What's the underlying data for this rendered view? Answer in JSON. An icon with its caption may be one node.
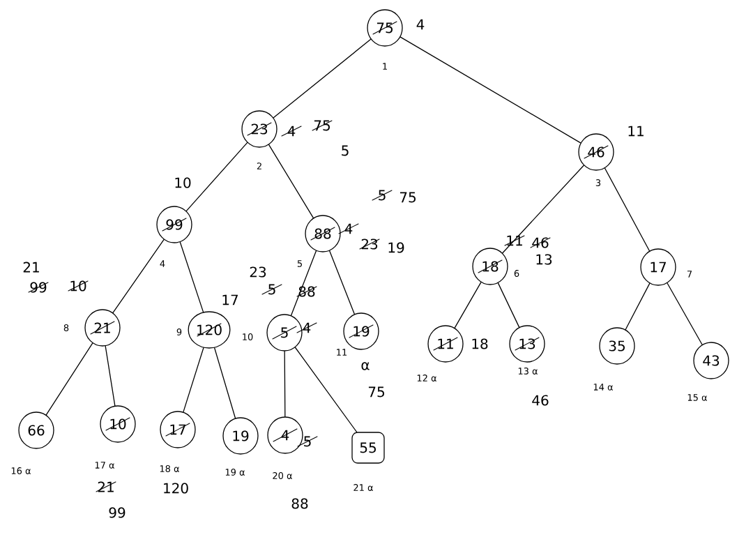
{
  "diagram": {
    "nodes": [
      {
        "text": [
          "75"
        ],
        "beside": [
          "4",
          "1"
        ]
      },
      {
        "text": [
          "23"
        ],
        "beside": [
          "4",
          "75",
          "5",
          "2"
        ]
      },
      {
        "text": [
          "46"
        ],
        "beside": [
          "11",
          "3"
        ]
      },
      {
        "text": [
          "99"
        ],
        "beside": [
          "10",
          "4"
        ]
      },
      {
        "text": [
          "88"
        ],
        "beside": [
          "5",
          "75",
          "4",
          "23",
          "19",
          "5"
        ]
      },
      {
        "text": [
          "18"
        ],
        "beside": [
          "11",
          "46",
          "13",
          "6"
        ]
      },
      {
        "text": [
          "17"
        ],
        "beside": [
          "7"
        ]
      },
      {
        "text": [
          "21"
        ],
        "beside": [
          "21",
          "99",
          "10",
          "8"
        ]
      },
      {
        "text": [
          "120"
        ],
        "beside": [
          "17",
          "9"
        ]
      },
      {
        "text": [
          "5"
        ],
        "beside": [
          "4",
          "23",
          "5",
          "88",
          "10"
        ]
      },
      {
        "text": [
          "19"
        ],
        "beside": [
          "11",
          "α",
          "75"
        ]
      },
      {
        "text": [
          "11"
        ],
        "beside": [
          "18",
          "12 α"
        ]
      },
      {
        "text": [
          "13"
        ],
        "beside": [
          "13 α",
          "46"
        ]
      },
      {
        "text": [
          "35"
        ],
        "beside": [
          "14 α"
        ]
      },
      {
        "text": [
          "43"
        ],
        "beside": [
          "15 α"
        ]
      },
      {
        "text": [
          "66"
        ],
        "beside": [
          "16 α"
        ]
      },
      {
        "text": [
          "10"
        ],
        "beside": [
          "17 α",
          "21",
          "99"
        ]
      },
      {
        "text": [
          "17"
        ],
        "beside": [
          "18 α",
          "120"
        ]
      },
      {
        "text": [
          "19"
        ],
        "beside": [
          "19 α"
        ]
      },
      {
        "text": [
          "4"
        ],
        "beside": [
          "5",
          "20 α",
          "88"
        ]
      },
      {
        "text": [
          "55"
        ],
        "beside": [
          "21 α"
        ]
      }
    ],
    "edges": [
      {
        "from": 0,
        "to": 1,
        "arrow": "none"
      },
      {
        "from": 0,
        "to": 2,
        "arrow": "none"
      },
      {
        "from": 1,
        "to": 3,
        "arrow": "none"
      },
      {
        "from": 1,
        "to": 4,
        "arrow": "none"
      },
      {
        "from": 2,
        "to": 5,
        "arrow": "none"
      },
      {
        "from": 2,
        "to": 6,
        "arrow": "none"
      },
      {
        "from": 3,
        "to": 7,
        "arrow": "none"
      },
      {
        "from": 3,
        "to": 8,
        "arrow": "none"
      },
      {
        "from": 4,
        "to": 9,
        "arrow": "none"
      },
      {
        "from": 4,
        "to": 10,
        "arrow": "none"
      },
      {
        "from": 5,
        "to": 11,
        "arrow": "none"
      },
      {
        "from": 5,
        "to": 12,
        "arrow": "none"
      },
      {
        "from": 6,
        "to": 13,
        "arrow": "none"
      },
      {
        "from": 6,
        "to": 14,
        "arrow": "none"
      },
      {
        "from": 7,
        "to": 15,
        "arrow": "none"
      },
      {
        "from": 7,
        "to": 16,
        "arrow": "none"
      },
      {
        "from": 8,
        "to": 17,
        "arrow": "none"
      },
      {
        "from": 8,
        "to": 18,
        "arrow": "none"
      },
      {
        "from": 9,
        "to": 19,
        "arrow": "none"
      },
      {
        "from": 9,
        "to": 20,
        "arrow": "none"
      }
    ]
  }
}
